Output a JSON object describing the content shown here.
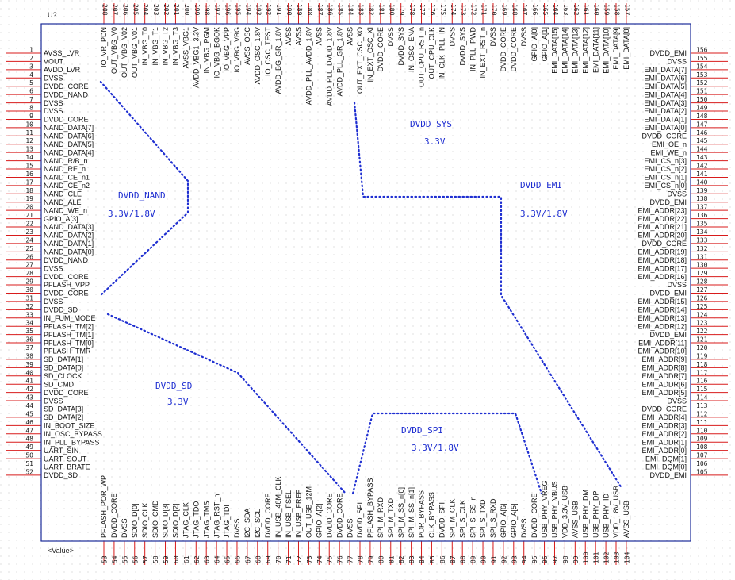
{
  "part": {
    "designator": "U?",
    "value": "<Value>"
  },
  "colors": {
    "pin": "#d81b1b",
    "body": "#1c2c9a",
    "domain": "#1f2fd1",
    "text": "#111111",
    "grid": "#c9c9c9"
  },
  "left_pins": [
    {
      "num": "1",
      "name": "AVSS_LVR"
    },
    {
      "num": "2",
      "name": "VOUT"
    },
    {
      "num": "3",
      "name": "AVDD_LVR"
    },
    {
      "num": "4",
      "name": "DVSS"
    },
    {
      "num": "5",
      "name": "DVDD_CORE"
    },
    {
      "num": "6",
      "name": "DVDD_NAND"
    },
    {
      "num": "7",
      "name": "DVSS"
    },
    {
      "num": "8",
      "name": "DVSS"
    },
    {
      "num": "9",
      "name": "DVDD_CORE"
    },
    {
      "num": "10",
      "name": "NAND_DATA[7]"
    },
    {
      "num": "11",
      "name": "NAND_DATA[6]"
    },
    {
      "num": "12",
      "name": "NAND_DATA[5]"
    },
    {
      "num": "13",
      "name": "NAND_DATA[4]"
    },
    {
      "num": "14",
      "name": "NAND_R/B_n"
    },
    {
      "num": "15",
      "name": "NAND_RE_n"
    },
    {
      "num": "16",
      "name": "NAND_CE_n1"
    },
    {
      "num": "17",
      "name": "NAND_CE_n2"
    },
    {
      "num": "18",
      "name": "NAND_CLE"
    },
    {
      "num": "19",
      "name": "NAND_ALE"
    },
    {
      "num": "20",
      "name": "NAND_WE_n"
    },
    {
      "num": "21",
      "name": "GPIO_A[3]"
    },
    {
      "num": "22",
      "name": "NAND_DATA[3]"
    },
    {
      "num": "23",
      "name": "NAND_DATA[2]"
    },
    {
      "num": "24",
      "name": "NAND_DATA[1]"
    },
    {
      "num": "25",
      "name": "NAND_DATA[0]"
    },
    {
      "num": "26",
      "name": "DVDD_NAND"
    },
    {
      "num": "27",
      "name": "DVSS"
    },
    {
      "num": "28",
      "name": "DVDD_CORE"
    },
    {
      "num": "29",
      "name": "PFLASH_VPP"
    },
    {
      "num": "30",
      "name": "DVDD_CORE"
    },
    {
      "num": "31",
      "name": "DVSS"
    },
    {
      "num": "32",
      "name": "DVDD_SD"
    },
    {
      "num": "33",
      "name": "IN_FUM_MODE"
    },
    {
      "num": "34",
      "name": "PFLASH_TM[2]"
    },
    {
      "num": "35",
      "name": "PFLASH_TM[1]"
    },
    {
      "num": "36",
      "name": "PFLASH_TM[0]"
    },
    {
      "num": "37",
      "name": "PFLASH_TMR"
    },
    {
      "num": "38",
      "name": "SD_DATA[1]"
    },
    {
      "num": "39",
      "name": "SD_DATA[0]"
    },
    {
      "num": "40",
      "name": "SD_CLOCK"
    },
    {
      "num": "41",
      "name": "SD_CMD"
    },
    {
      "num": "42",
      "name": "DVDD_CORE"
    },
    {
      "num": "43",
      "name": "DVSS"
    },
    {
      "num": "44",
      "name": "SD_DATA[3]"
    },
    {
      "num": "45",
      "name": "SD_DATA[2]"
    },
    {
      "num": "46",
      "name": "IN_BOOT_SIZE"
    },
    {
      "num": "47",
      "name": "IN_OSC_BYPASS"
    },
    {
      "num": "48",
      "name": "IN_PLL_BYPASS"
    },
    {
      "num": "49",
      "name": "UART_SIN"
    },
    {
      "num": "50",
      "name": "UART_SOUT"
    },
    {
      "num": "51",
      "name": "UART_BRATE"
    },
    {
      "num": "52",
      "name": "DVDD_SD"
    }
  ],
  "right_pins": [
    {
      "num": "156",
      "name": "DVDD_EMI"
    },
    {
      "num": "155",
      "name": "DVSS"
    },
    {
      "num": "154",
      "name": "EMI_DATA[7]"
    },
    {
      "num": "153",
      "name": "EMI_DATA[6]"
    },
    {
      "num": "152",
      "name": "EMI_DATA[5]"
    },
    {
      "num": "151",
      "name": "EMI_DATA[4]"
    },
    {
      "num": "150",
      "name": "EMI_DATA[3]"
    },
    {
      "num": "149",
      "name": "EMI_DATA[2]"
    },
    {
      "num": "148",
      "name": "EMI_DATA[1]"
    },
    {
      "num": "147",
      "name": "EMI_DATA[0]"
    },
    {
      "num": "146",
      "name": "DVDD_CORE"
    },
    {
      "num": "145",
      "name": "EMI_OE_n"
    },
    {
      "num": "144",
      "name": "EMI_WE_n"
    },
    {
      "num": "143",
      "name": "EMI_CS_n[3]"
    },
    {
      "num": "142",
      "name": "EMI_CS_n[2]"
    },
    {
      "num": "141",
      "name": "EMI_CS_n[1]"
    },
    {
      "num": "140",
      "name": "EMI_CS_n[0]"
    },
    {
      "num": "139",
      "name": "DVSS"
    },
    {
      "num": "138",
      "name": "DVDD_EMI"
    },
    {
      "num": "137",
      "name": "EMI_ADDR[23]"
    },
    {
      "num": "136",
      "name": "EMI_ADDR[22]"
    },
    {
      "num": "135",
      "name": "EMI_ADDR[21]"
    },
    {
      "num": "134",
      "name": "EMI_ADDR[20]"
    },
    {
      "num": "133",
      "name": "DVDD_CORE"
    },
    {
      "num": "132",
      "name": "EMI_ADDR[19]"
    },
    {
      "num": "131",
      "name": "EMI_ADDR[18]"
    },
    {
      "num": "130",
      "name": "EMI_ADDR[17]"
    },
    {
      "num": "129",
      "name": "EMI_ADDR[16]"
    },
    {
      "num": "128",
      "name": "DVSS"
    },
    {
      "num": "127",
      "name": "DVDD_EMI"
    },
    {
      "num": "126",
      "name": "EMI_ADDR[15]"
    },
    {
      "num": "125",
      "name": "EMI_ADDR[14]"
    },
    {
      "num": "124",
      "name": "EMI_ADDR[13]"
    },
    {
      "num": "123",
      "name": "EMI_ADDR[12]"
    },
    {
      "num": "122",
      "name": "DVDD_EMI"
    },
    {
      "num": "121",
      "name": "EMI_ADDR[11]"
    },
    {
      "num": "120",
      "name": "EMI_ADDR[10]"
    },
    {
      "num": "119",
      "name": "EMI_ADDR[9]"
    },
    {
      "num": "118",
      "name": "EMI_ADDR[8]"
    },
    {
      "num": "117",
      "name": "EMI_ADDR[7]"
    },
    {
      "num": "116",
      "name": "EMI_ADDR[6]"
    },
    {
      "num": "115",
      "name": "EMI_ADDR[5]"
    },
    {
      "num": "114",
      "name": "DVSS"
    },
    {
      "num": "113",
      "name": "DVDD_CORE"
    },
    {
      "num": "112",
      "name": "EMI_ADDR[4]"
    },
    {
      "num": "111",
      "name": "EMI_ADDR[3]"
    },
    {
      "num": "110",
      "name": "EMI_ADDR[2]"
    },
    {
      "num": "109",
      "name": "EMI_ADDR[1]"
    },
    {
      "num": "108",
      "name": "EMI_ADDR[0]"
    },
    {
      "num": "107",
      "name": "EMI_DQM[1]"
    },
    {
      "num": "106",
      "name": "EMI_DQM[0]"
    },
    {
      "num": "105",
      "name": "DVDD_EMI"
    }
  ],
  "top_pins": [
    {
      "num": "208",
      "name": "IO_VR_PDN"
    },
    {
      "num": "207",
      "name": "OUT_VBG_V0"
    },
    {
      "num": "206",
      "name": "OUT_VBG_V02"
    },
    {
      "num": "205",
      "name": "OUT_VBG_V01"
    },
    {
      "num": "204",
      "name": "IN_VBG_T0"
    },
    {
      "num": "203",
      "name": "IN_VBG_T1"
    },
    {
      "num": "202",
      "name": "IN_VBG_T2"
    },
    {
      "num": "201",
      "name": "IN_VBG_T3"
    },
    {
      "num": "200",
      "name": "AVSS_VBG1"
    },
    {
      "num": "199",
      "name": "AVDD_VBG1_3.3V"
    },
    {
      "num": "198",
      "name": "IN_VBG_PGM"
    },
    {
      "num": "197",
      "name": "IO_VBG_BGOK"
    },
    {
      "num": "196",
      "name": "IO_VBG_VPP"
    },
    {
      "num": "195",
      "name": "IO_VBG_VBG"
    },
    {
      "num": "194",
      "name": "AVSS_OSC"
    },
    {
      "num": "193",
      "name": "AVDD_OSC_1.8V"
    },
    {
      "num": "192",
      "name": "IO_OSC_TEST"
    },
    {
      "num": "191",
      "name": "AVDD_BG_GR_1.8V"
    },
    {
      "num": "190",
      "name": "AVSS"
    },
    {
      "num": "189",
      "name": "AVSS"
    },
    {
      "num": "188",
      "name": "AVDD_PLL_AVDD_1.8V"
    },
    {
      "num": "187",
      "name": "AVSS"
    },
    {
      "num": "186",
      "name": "AVDD_PLL_DVDD_1.8V"
    },
    {
      "num": "185",
      "name": "AVDD_PLL_GR_1.8V"
    },
    {
      "num": "184",
      "name": "AVSS"
    },
    {
      "num": "183",
      "name": "OUT_EXT_OSC_XO"
    },
    {
      "num": "182",
      "name": "IN_EXT_OSC_XI"
    },
    {
      "num": "181",
      "name": "DVDD_CORE"
    },
    {
      "num": "180",
      "name": "DVSS"
    },
    {
      "num": "179",
      "name": "DVDD_SYS"
    },
    {
      "num": "178",
      "name": "IN_OSC_ENA"
    },
    {
      "num": "177",
      "name": "OUT_CPU_RST_n"
    },
    {
      "num": "176",
      "name": "OUT_CPU_CLK"
    },
    {
      "num": "175",
      "name": "IN_CLK_PLL_IN"
    },
    {
      "num": "174",
      "name": "DVSS"
    },
    {
      "num": "173",
      "name": "DVDD_SYS"
    },
    {
      "num": "172",
      "name": "IN_PLL_PWD"
    },
    {
      "num": "171",
      "name": "IN_EXT_RST_n"
    },
    {
      "num": "170",
      "name": "DVSS"
    },
    {
      "num": "169",
      "name": "DVDD_CORE"
    },
    {
      "num": "168",
      "name": "DVDD_CORE"
    },
    {
      "num": "167",
      "name": "DVSS"
    },
    {
      "num": "166",
      "name": "GPIO_A[0]"
    },
    {
      "num": "165",
      "name": "GPIO_A[1]"
    },
    {
      "num": "164",
      "name": "EMI_DATA[15]"
    },
    {
      "num": "163",
      "name": "EMI_DATA[14]"
    },
    {
      "num": "162",
      "name": "EMI_DATA[13]"
    },
    {
      "num": "161",
      "name": "EMI_DATA[12]"
    },
    {
      "num": "160",
      "name": "EMI_DATA[11]"
    },
    {
      "num": "159",
      "name": "EMI_DATA[10]"
    },
    {
      "num": "158",
      "name": "EMI_DATA[9]"
    },
    {
      "num": "157",
      "name": "EMI_DATA[8]"
    }
  ],
  "bottom_pins": [
    {
      "num": "53",
      "name": "PFLASH_POR_WP"
    },
    {
      "num": "54",
      "name": "DVDD_CORE"
    },
    {
      "num": "55",
      "name": "DVSS"
    },
    {
      "num": "56",
      "name": "SDIO_D[0]"
    },
    {
      "num": "57",
      "name": "SDIO_CLK"
    },
    {
      "num": "58",
      "name": "SDIO_CMD"
    },
    {
      "num": "59",
      "name": "SDIO_D[3]"
    },
    {
      "num": "60",
      "name": "SDIO_D[2]"
    },
    {
      "num": "61",
      "name": "JTAG_CLK"
    },
    {
      "num": "62",
      "name": "JTAG_TDO"
    },
    {
      "num": "63",
      "name": "JTAG_TMS"
    },
    {
      "num": "64",
      "name": "JTAG_RST_n"
    },
    {
      "num": "65",
      "name": "JTAG_TDI"
    },
    {
      "num": "66",
      "name": "DVSS"
    },
    {
      "num": "67",
      "name": "I2C_SDA"
    },
    {
      "num": "68",
      "name": "I2C_SCL"
    },
    {
      "num": "69",
      "name": "DVDD_CORE"
    },
    {
      "num": "70",
      "name": "IN_USB_48M_CLK"
    },
    {
      "num": "71",
      "name": "IN_USB_FSEL"
    },
    {
      "num": "72",
      "name": "IN_USB_FREF"
    },
    {
      "num": "73",
      "name": "OUT_USB_12M"
    },
    {
      "num": "74",
      "name": "GPIO_A[2]"
    },
    {
      "num": "75",
      "name": "DVDD_CORE"
    },
    {
      "num": "76",
      "name": "DVDD_CORE"
    },
    {
      "num": "77",
      "name": "DVSS"
    },
    {
      "num": "78",
      "name": "DVDD_SPI"
    },
    {
      "num": "79",
      "name": "PFLASH_BYPASS"
    },
    {
      "num": "80",
      "name": "SPI_M_RXD"
    },
    {
      "num": "81",
      "name": "SPI_M_TXD"
    },
    {
      "num": "82",
      "name": "SPI_M_SS_n[0]"
    },
    {
      "num": "83",
      "name": "SPI_M_SS_n[1]"
    },
    {
      "num": "84",
      "name": "POR_BYPASS"
    },
    {
      "num": "85",
      "name": "CLK_BYPASS"
    },
    {
      "num": "86",
      "name": "DVDD_SPI"
    },
    {
      "num": "87",
      "name": "SPI_M_CLK"
    },
    {
      "num": "88",
      "name": "SPI_S_CLK"
    },
    {
      "num": "89",
      "name": "SPI_S_SS_n"
    },
    {
      "num": "90",
      "name": "SPI_S_TXD"
    },
    {
      "num": "91",
      "name": "SPI_S_RXD"
    },
    {
      "num": "92",
      "name": "GPIO_A[6]"
    },
    {
      "num": "93",
      "name": "GPIO_A[5]"
    },
    {
      "num": "94",
      "name": "DVSS"
    },
    {
      "num": "95",
      "name": "DVDD_CORE"
    },
    {
      "num": "96",
      "name": "USB_PHY_VREG"
    },
    {
      "num": "97",
      "name": "USB_PHY_VBUS"
    },
    {
      "num": "98",
      "name": "VDD_3.3V_USB"
    },
    {
      "num": "99",
      "name": "AVSS_USB"
    },
    {
      "num": "100",
      "name": "USB_PHY_DM"
    },
    {
      "num": "101",
      "name": "USB_PHY_DP"
    },
    {
      "num": "102",
      "name": "USB_PHY_ID"
    },
    {
      "num": "103",
      "name": "VDD_1.8V_USB"
    },
    {
      "num": "104",
      "name": "AVSS_USB"
    }
  ],
  "domains": [
    {
      "name": "DVDD_NAND",
      "voltage": "3.3V/1.8V"
    },
    {
      "name": "DVDD_SYS",
      "voltage": "3.3V"
    },
    {
      "name": "DVDD_EMI",
      "voltage": "3.3V/1.8V"
    },
    {
      "name": "DVDD_SD",
      "voltage": "3.3V"
    },
    {
      "name": "DVDD_SPI",
      "voltage": "3.3V/1.8V"
    }
  ]
}
